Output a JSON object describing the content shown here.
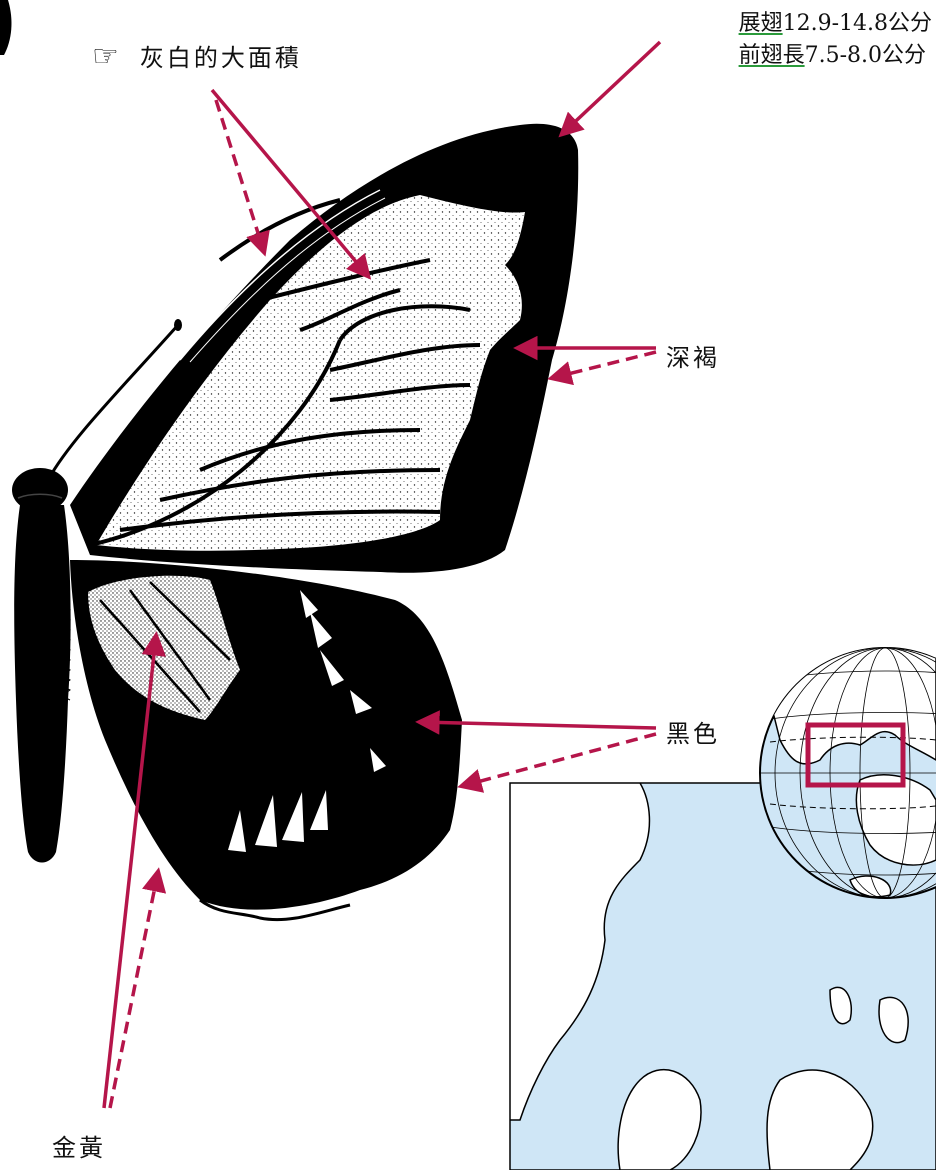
{
  "measurements": {
    "wingspan_label": "展翅",
    "wingspan_value": "12.9-14.8公分",
    "forewing_label": "前翅長",
    "forewing_value": "7.5-8.0公分"
  },
  "labels": {
    "pointer_glyph": "☞",
    "gray_white": "灰白的大面積",
    "dark_brown": "深褐",
    "black": "黑色",
    "golden": "金黃"
  },
  "icons": [
    "pointing-hand-icon",
    "globe-map",
    "butterfly-illustration"
  ],
  "colors": {
    "arrow": "#b5154a",
    "map_water": "#cfe6f6",
    "map_land": "#ffffff",
    "wing_dark": "#000000",
    "highlight_box": "#b5154a"
  }
}
